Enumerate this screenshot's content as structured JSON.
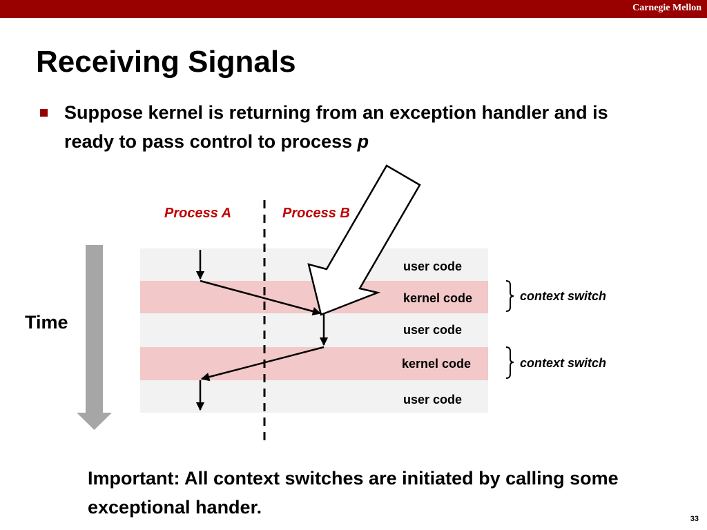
{
  "header": {
    "brand": "Carnegie Mellon"
  },
  "slide": {
    "title": "Receiving Signals",
    "bullet": {
      "text_before": "Suppose kernel is returning from an exception handler and is ready to pass control to process ",
      "emphasis": "p"
    },
    "note": "Important: All context switches are initiated by calling some exceptional hander.",
    "page_number": "33"
  },
  "diagram": {
    "time_label": "Time",
    "process_a_label": "Process A",
    "process_b_label": "Process B",
    "bands": [
      {
        "label": "user code",
        "kind": "user"
      },
      {
        "label": "kernel code",
        "kind": "kernel"
      },
      {
        "label": "user code",
        "kind": "user"
      },
      {
        "label": "kernel code",
        "kind": "kernel"
      },
      {
        "label": "user code",
        "kind": "user"
      }
    ],
    "context_switch_labels": [
      "context switch",
      "context switch"
    ]
  },
  "colors": {
    "header_bar": "#990000",
    "accent_red": "#c00000",
    "user_band": "#f2f2f2",
    "kernel_band": "#f2c8c8",
    "time_arrow": "#a6a6a6"
  }
}
